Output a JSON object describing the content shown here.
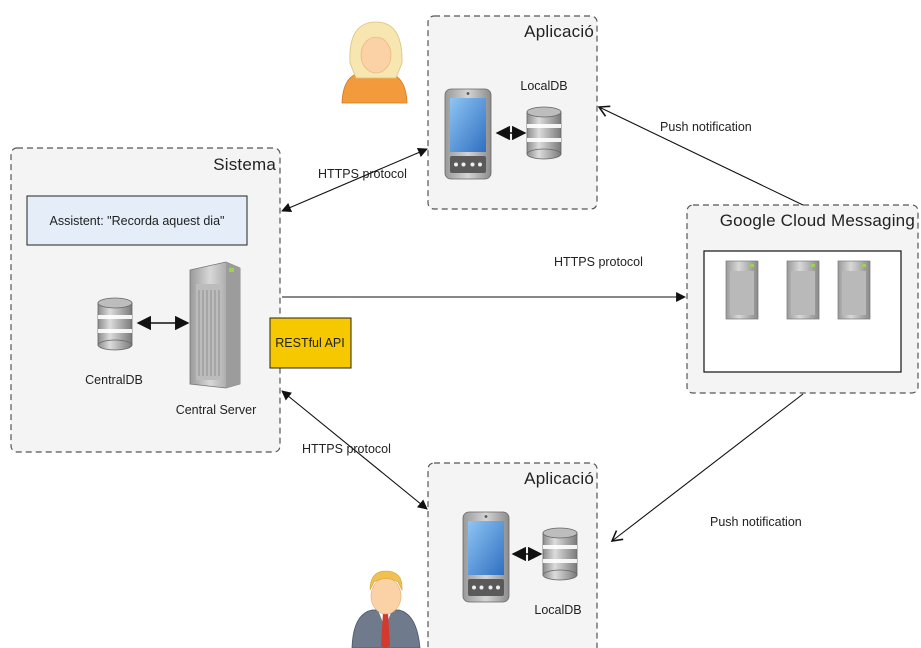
{
  "system": {
    "title": "Sistema",
    "assistant_label": "Assistent: \"Recorda aquest dia\"",
    "central_db_label": "CentralDB",
    "central_server_label": "Central Server",
    "api_label": "RESTful API"
  },
  "app_top": {
    "title": "Aplicació",
    "local_db_label": "LocalDB"
  },
  "app_bottom": {
    "title": "Aplicació",
    "local_db_label": "LocalDB"
  },
  "gcm": {
    "title": "Google Cloud Messaging"
  },
  "connections": {
    "https_top": "HTTPS protocol",
    "https_middle": "HTTPS protocol",
    "https_bottom": "HTTPS protocol",
    "push_top": "Push notification",
    "push_bottom": "Push notification"
  },
  "colors": {
    "api_box": "#f5c800",
    "assistant_box": "#e4edf8",
    "container_fill": "#f4f4f4",
    "phone_screen": "#4a90d9",
    "female_avatar": "#f5a14a",
    "male_avatar_tie": "#d23a2e"
  },
  "icons": [
    "female-user-icon",
    "male-user-icon",
    "smartphone-icon",
    "database-icon",
    "server-tower-icon"
  ]
}
